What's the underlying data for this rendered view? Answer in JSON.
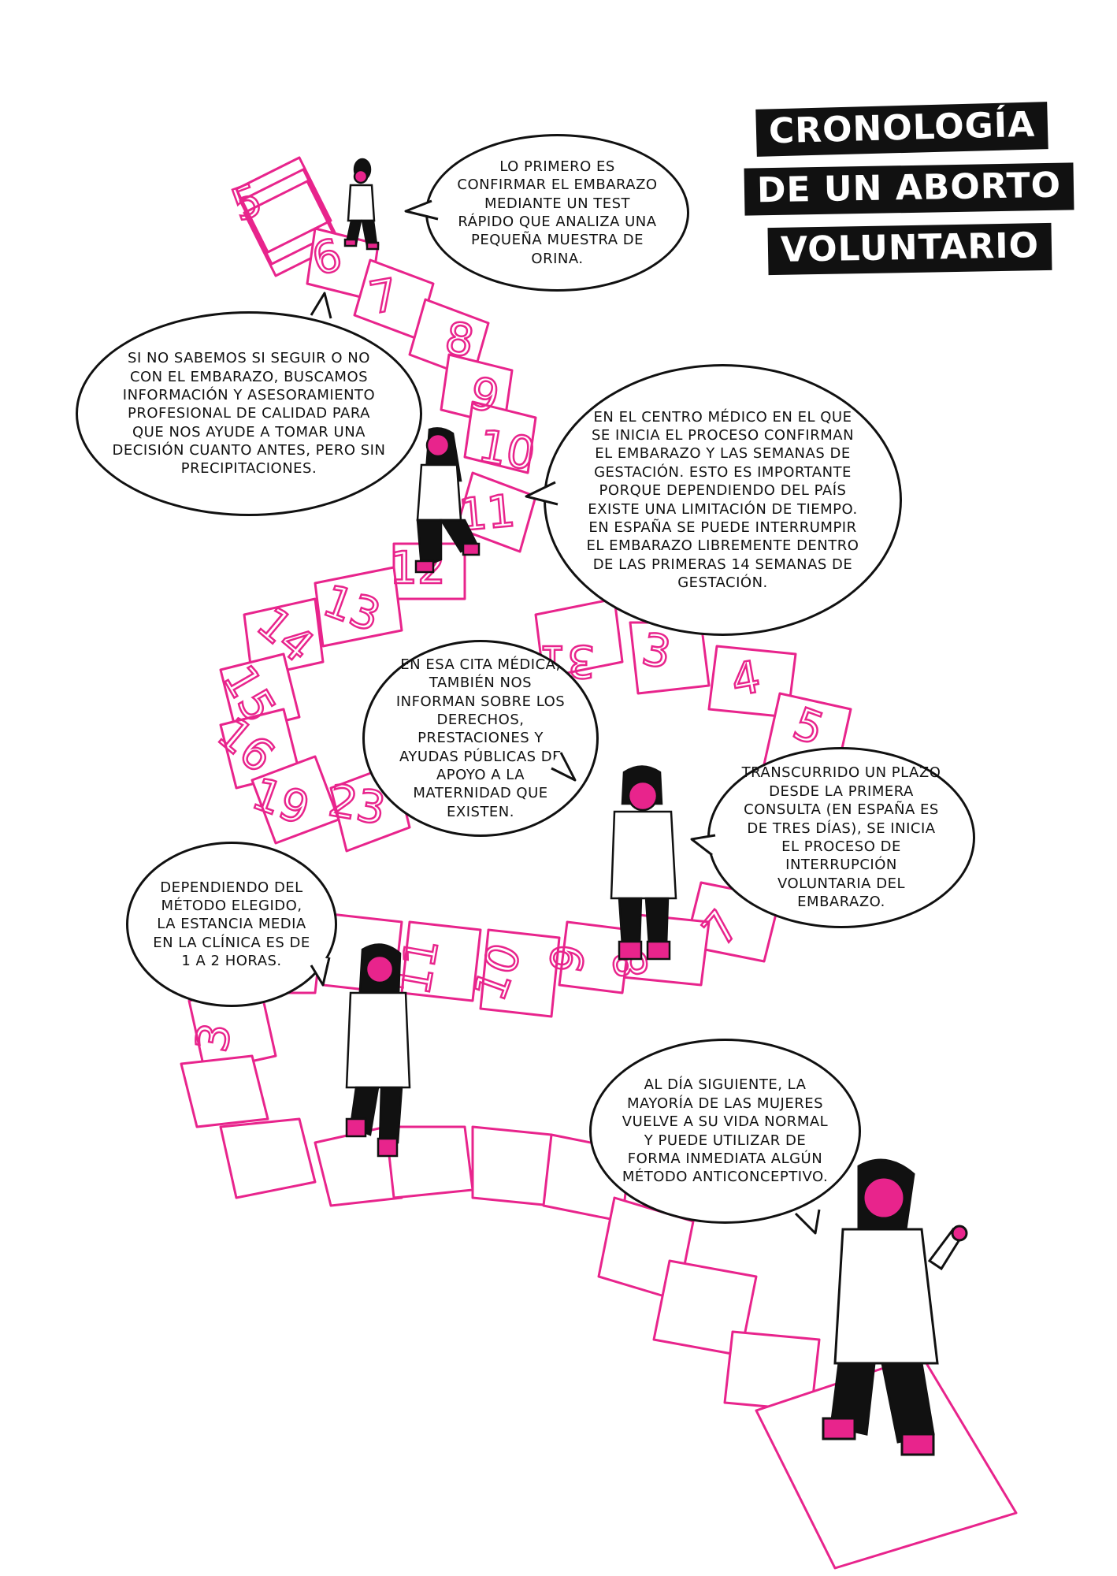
{
  "title": {
    "line1": "CRONOLOGÍA",
    "line2": "DE UN ABORTO",
    "line3": "VOLUNTARIO"
  },
  "bubbles": [
    {
      "id": "b1",
      "text": "LO PRIMERO ES CONFIRMAR EL EMBARAZO MEDIANTE UN TEST RÁPIDO QUE ANALIZA UNA PEQUEÑA MUESTRA DE ORINA."
    },
    {
      "id": "b2",
      "text": "SI NO SABEMOS SI SEGUIR O NO CON EL EMBARAZO, BUSCAMOS INFORMACIÓN Y ASESORAMIENTO PROFESIONAL DE CALIDAD PARA QUE NOS AYUDE A TOMAR UNA DECISIÓN CUANTO ANTES, PERO SIN PRECIPITACIONES."
    },
    {
      "id": "b3",
      "text": "EN EL CENTRO MÉDICO EN EL QUE SE INICIA EL PROCESO CONFIRMAN EL EMBARAZO Y LAS SEMANAS DE GESTACIÓN. ESTO ES IMPORTANTE PORQUE DEPENDIENDO DEL PAÍS EXISTE UNA LIMITACIÓN DE TIEMPO. EN ESPAÑA SE PUEDE INTERRUMPIR EL EMBARAZO LIBREMENTE DENTRO DE LAS PRIMERAS 14 SEMANAS DE GESTACIÓN."
    },
    {
      "id": "b4",
      "text": "EN ESA CITA MÉDICA, TAMBIÉN NOS INFORMAN SOBRE LOS DERECHOS, PRESTACIONES Y AYUDAS PÚBLICAS DE APOYO A LA MATERNIDAD QUE EXISTEN."
    },
    {
      "id": "b5",
      "text": "TRANSCURRIDO UN PLAZO DESDE LA PRIMERA CONSULTA (EN ESPAÑA ES DE TRES DÍAS), SE INICIA EL PROCESO DE INTERRUPCIÓN VOLUNTARIA DEL EMBARAZO."
    },
    {
      "id": "b6",
      "text": "DEPENDIENDO DEL MÉTODO ELEGIDO, LA ESTANCIA MEDIA EN LA CLÍNICA ES DE 1 A 2 HORAS."
    },
    {
      "id": "b7",
      "text": "AL DÍA SIGUIENTE, LA MAYORÍA DE LAS MUJERES VUELVE A SU VIDA NORMAL Y PUEDE UTILIZAR DE FORMA INMEDIATA ALGÚN MÉTODO ANTICONCEPTIVO."
    }
  ],
  "calendar_tiles": [
    "5",
    "6",
    "7",
    "8",
    "9",
    "10",
    "11",
    "12",
    "13",
    "14",
    "15",
    "16",
    "19",
    "23",
    "31",
    "3",
    "4",
    "5",
    "6",
    "7",
    "8",
    "9",
    "10",
    "11",
    "1",
    "3"
  ],
  "colors": {
    "accent": "#e8248c",
    "ink": "#111111",
    "paper": "#ffffff"
  }
}
